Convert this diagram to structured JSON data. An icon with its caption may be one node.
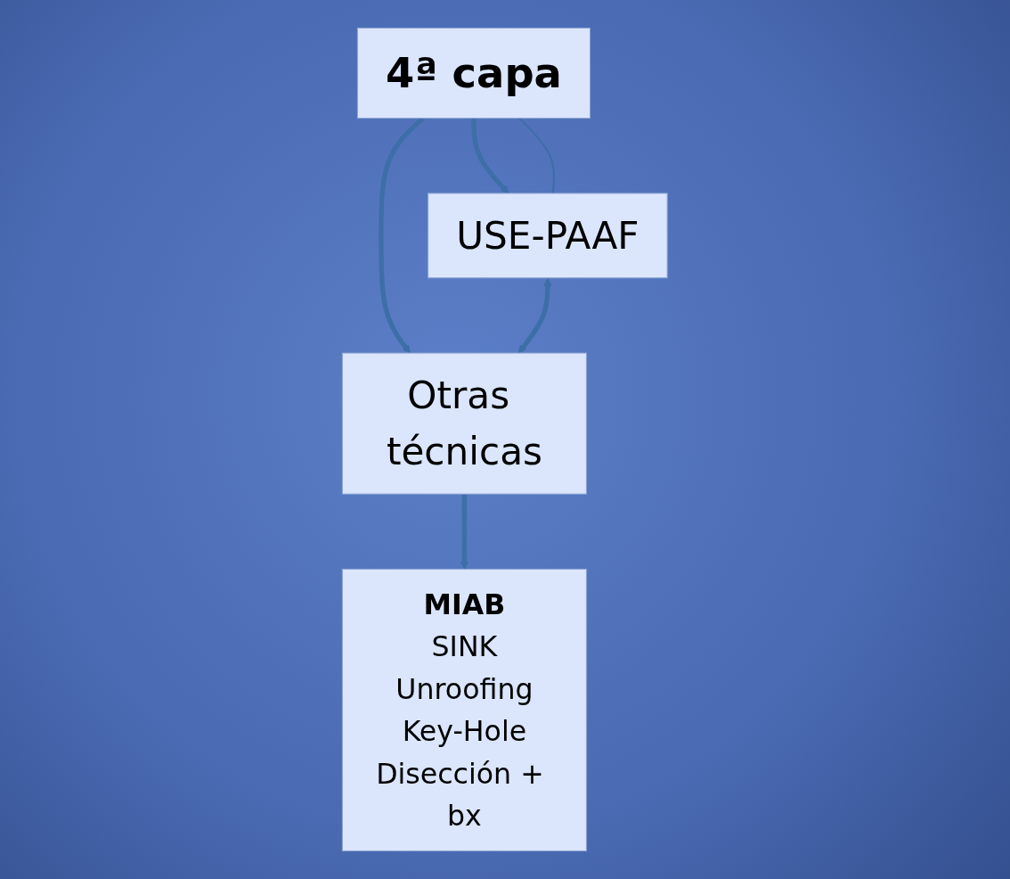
{
  "diagram": {
    "nodes": [
      {
        "text": [
          "4ª capa"
        ]
      },
      {
        "text": [
          "USE-PAAF"
        ]
      },
      {
        "text": [
          "Otras técnicas"
        ]
      },
      {
        "text": [
          "MIAB",
          "SINK",
          "Unroofing",
          "Key-Hole",
          "Disección + bx"
        ]
      }
    ],
    "edges": [
      {
        "from": 0,
        "to": 1,
        "arrow": "to"
      },
      {
        "from": 0,
        "to": 2,
        "arrow": "to"
      },
      {
        "from": 1,
        "to": 2,
        "arrow": "both"
      },
      {
        "from": 2,
        "to": 3,
        "arrow": "to"
      },
      {
        "from": 0,
        "to": 1,
        "arrow": "none"
      }
    ]
  }
}
